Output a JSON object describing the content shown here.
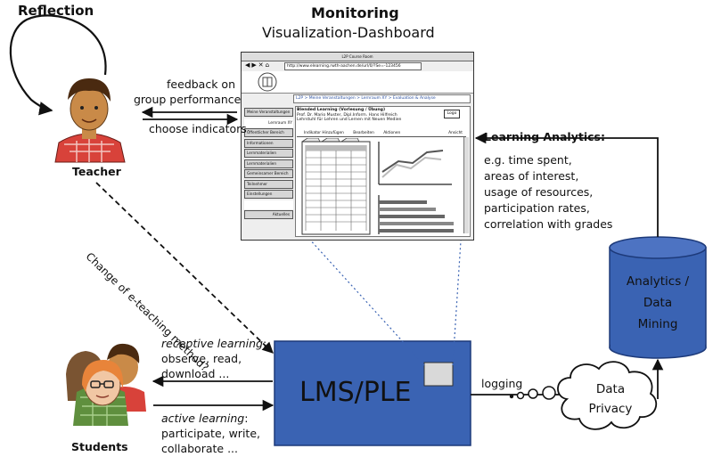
{
  "headings": {
    "reflection": "Reflection",
    "monitoring": "Monitoring",
    "dashboard": "Visualization-Dashboard"
  },
  "actors": {
    "teacher": "Teacher",
    "students": "Students"
  },
  "arrows": {
    "feedback_line1": "feedback on",
    "feedback_line2": "group performance",
    "choose_indicators": "choose indicators",
    "change_method": "Change of e-teaching method?",
    "logging": "logging"
  },
  "learning_analytics": {
    "title": "Learning Analytics:",
    "items": [
      "e.g. time spent,",
      "areas of interest,",
      "usage of resources,",
      "participation rates,",
      "correlation with grades"
    ]
  },
  "lms": {
    "label": "LMS/PLE",
    "color": "#3a63b3"
  },
  "database": {
    "line1": "Analytics /",
    "line2": "Data",
    "line3": "Mining",
    "color": "#3a63b3"
  },
  "privacy": {
    "line1": "Data",
    "line2": "Privacy"
  },
  "learning": {
    "receptive_title": "receptive learning",
    "receptive_line1": "observe, read,",
    "receptive_line2": "download ...",
    "active_title": "active learning",
    "active_line1": "participate, write,",
    "active_line2": "collaborate ..."
  },
  "mockup": {
    "window_title": "L2P Course Room",
    "url": "http://www.elearning.rwth-aachen.de/url/0/?Se=-123456",
    "breadcrumb": "L2P > Meine Veranstaltungen > Lernraum XY > Evaluation & Analyse",
    "course_title": "Blended Learning (Vorlesung / Übung)",
    "course_line2": "Prof. Dr. Mario Muster, Dipl.Inform. Hans Hilfreich",
    "course_line3": "Lehrstuhl für Lehren und Lernen mit Neuen Medien",
    "logo": "Logo",
    "tabs": [
      "Indikator Hinzufügen",
      "Bearbeiten",
      "Aktionen",
      "Ansicht"
    ],
    "sidebar": [
      "Meine Veranstaltungen",
      "Lernraum XY",
      "Öffentlicher Bereich",
      "Informationen",
      "Lernmaterialien",
      "Lernmaterialien",
      "Gemeinsamer Bereich",
      "Teilnehmer",
      "Einstellungen",
      "",
      "Aktuelles"
    ]
  }
}
